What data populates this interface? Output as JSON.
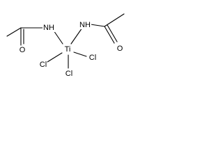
{
  "molecule": {
    "atoms": {
      "nh_left": "NH",
      "nh_right": "NH",
      "ti": "Ti",
      "cl_left": "Cl",
      "cl_right": "Cl",
      "cl_bottom": "Cl",
      "o_left": "O",
      "o_right": "O"
    }
  }
}
